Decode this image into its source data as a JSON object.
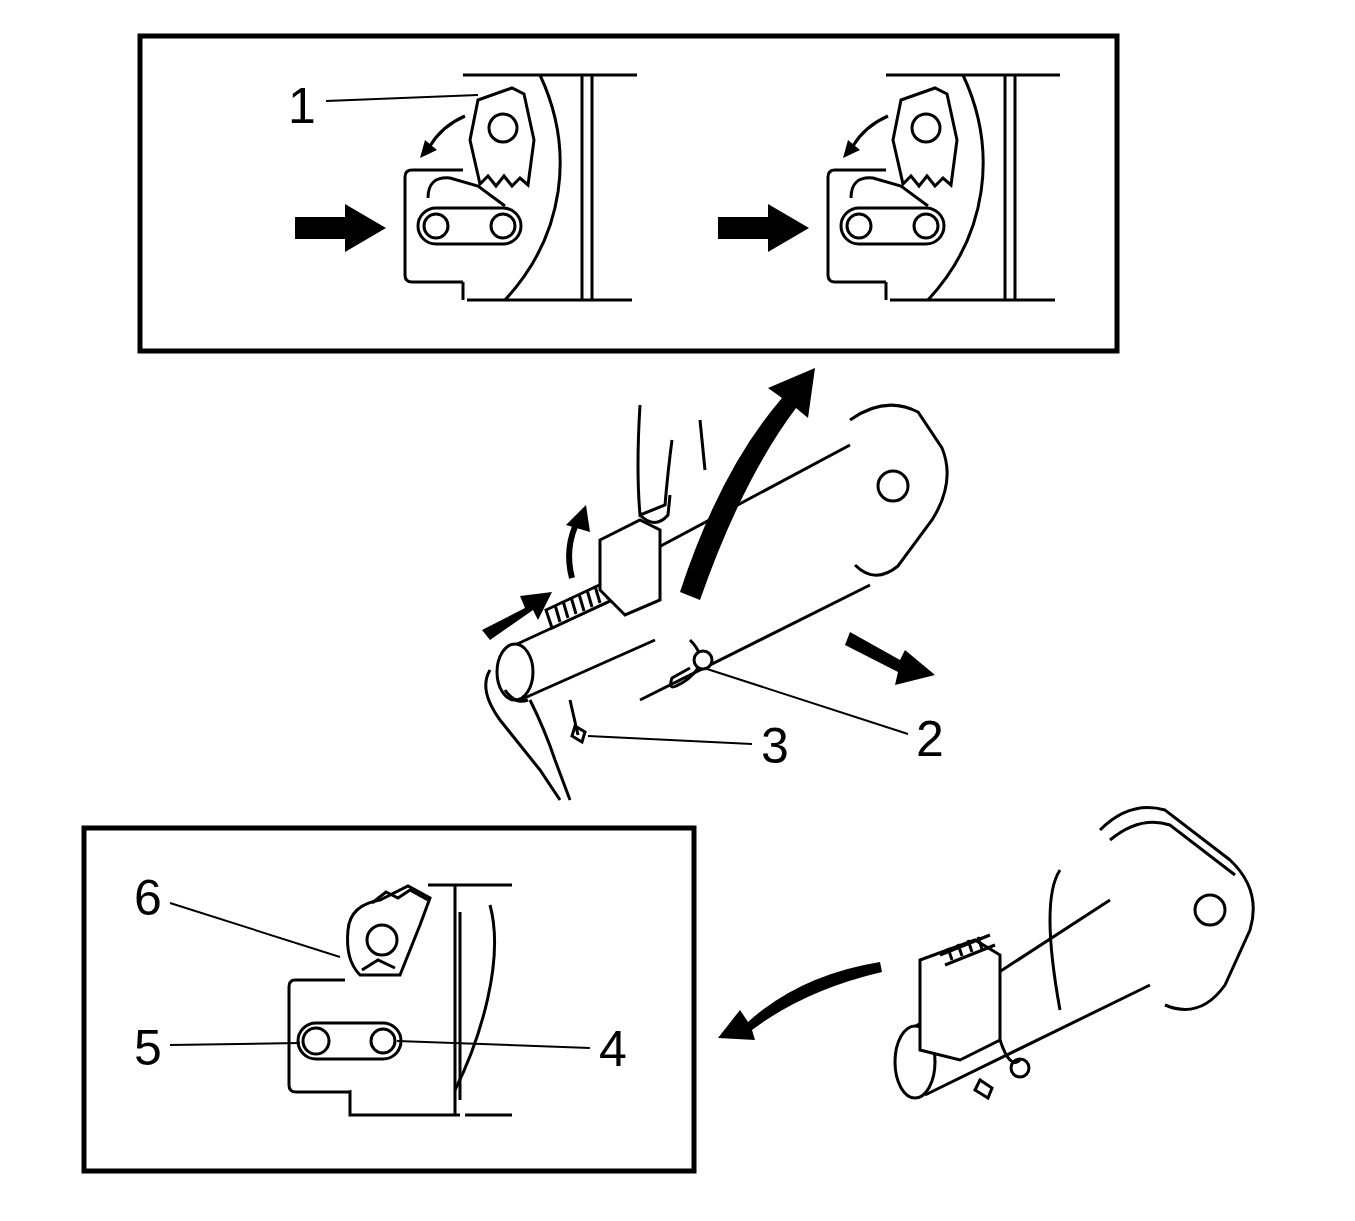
{
  "diagram": {
    "labels": [
      "1",
      "2",
      "3",
      "6",
      "5",
      "4"
    ]
  }
}
